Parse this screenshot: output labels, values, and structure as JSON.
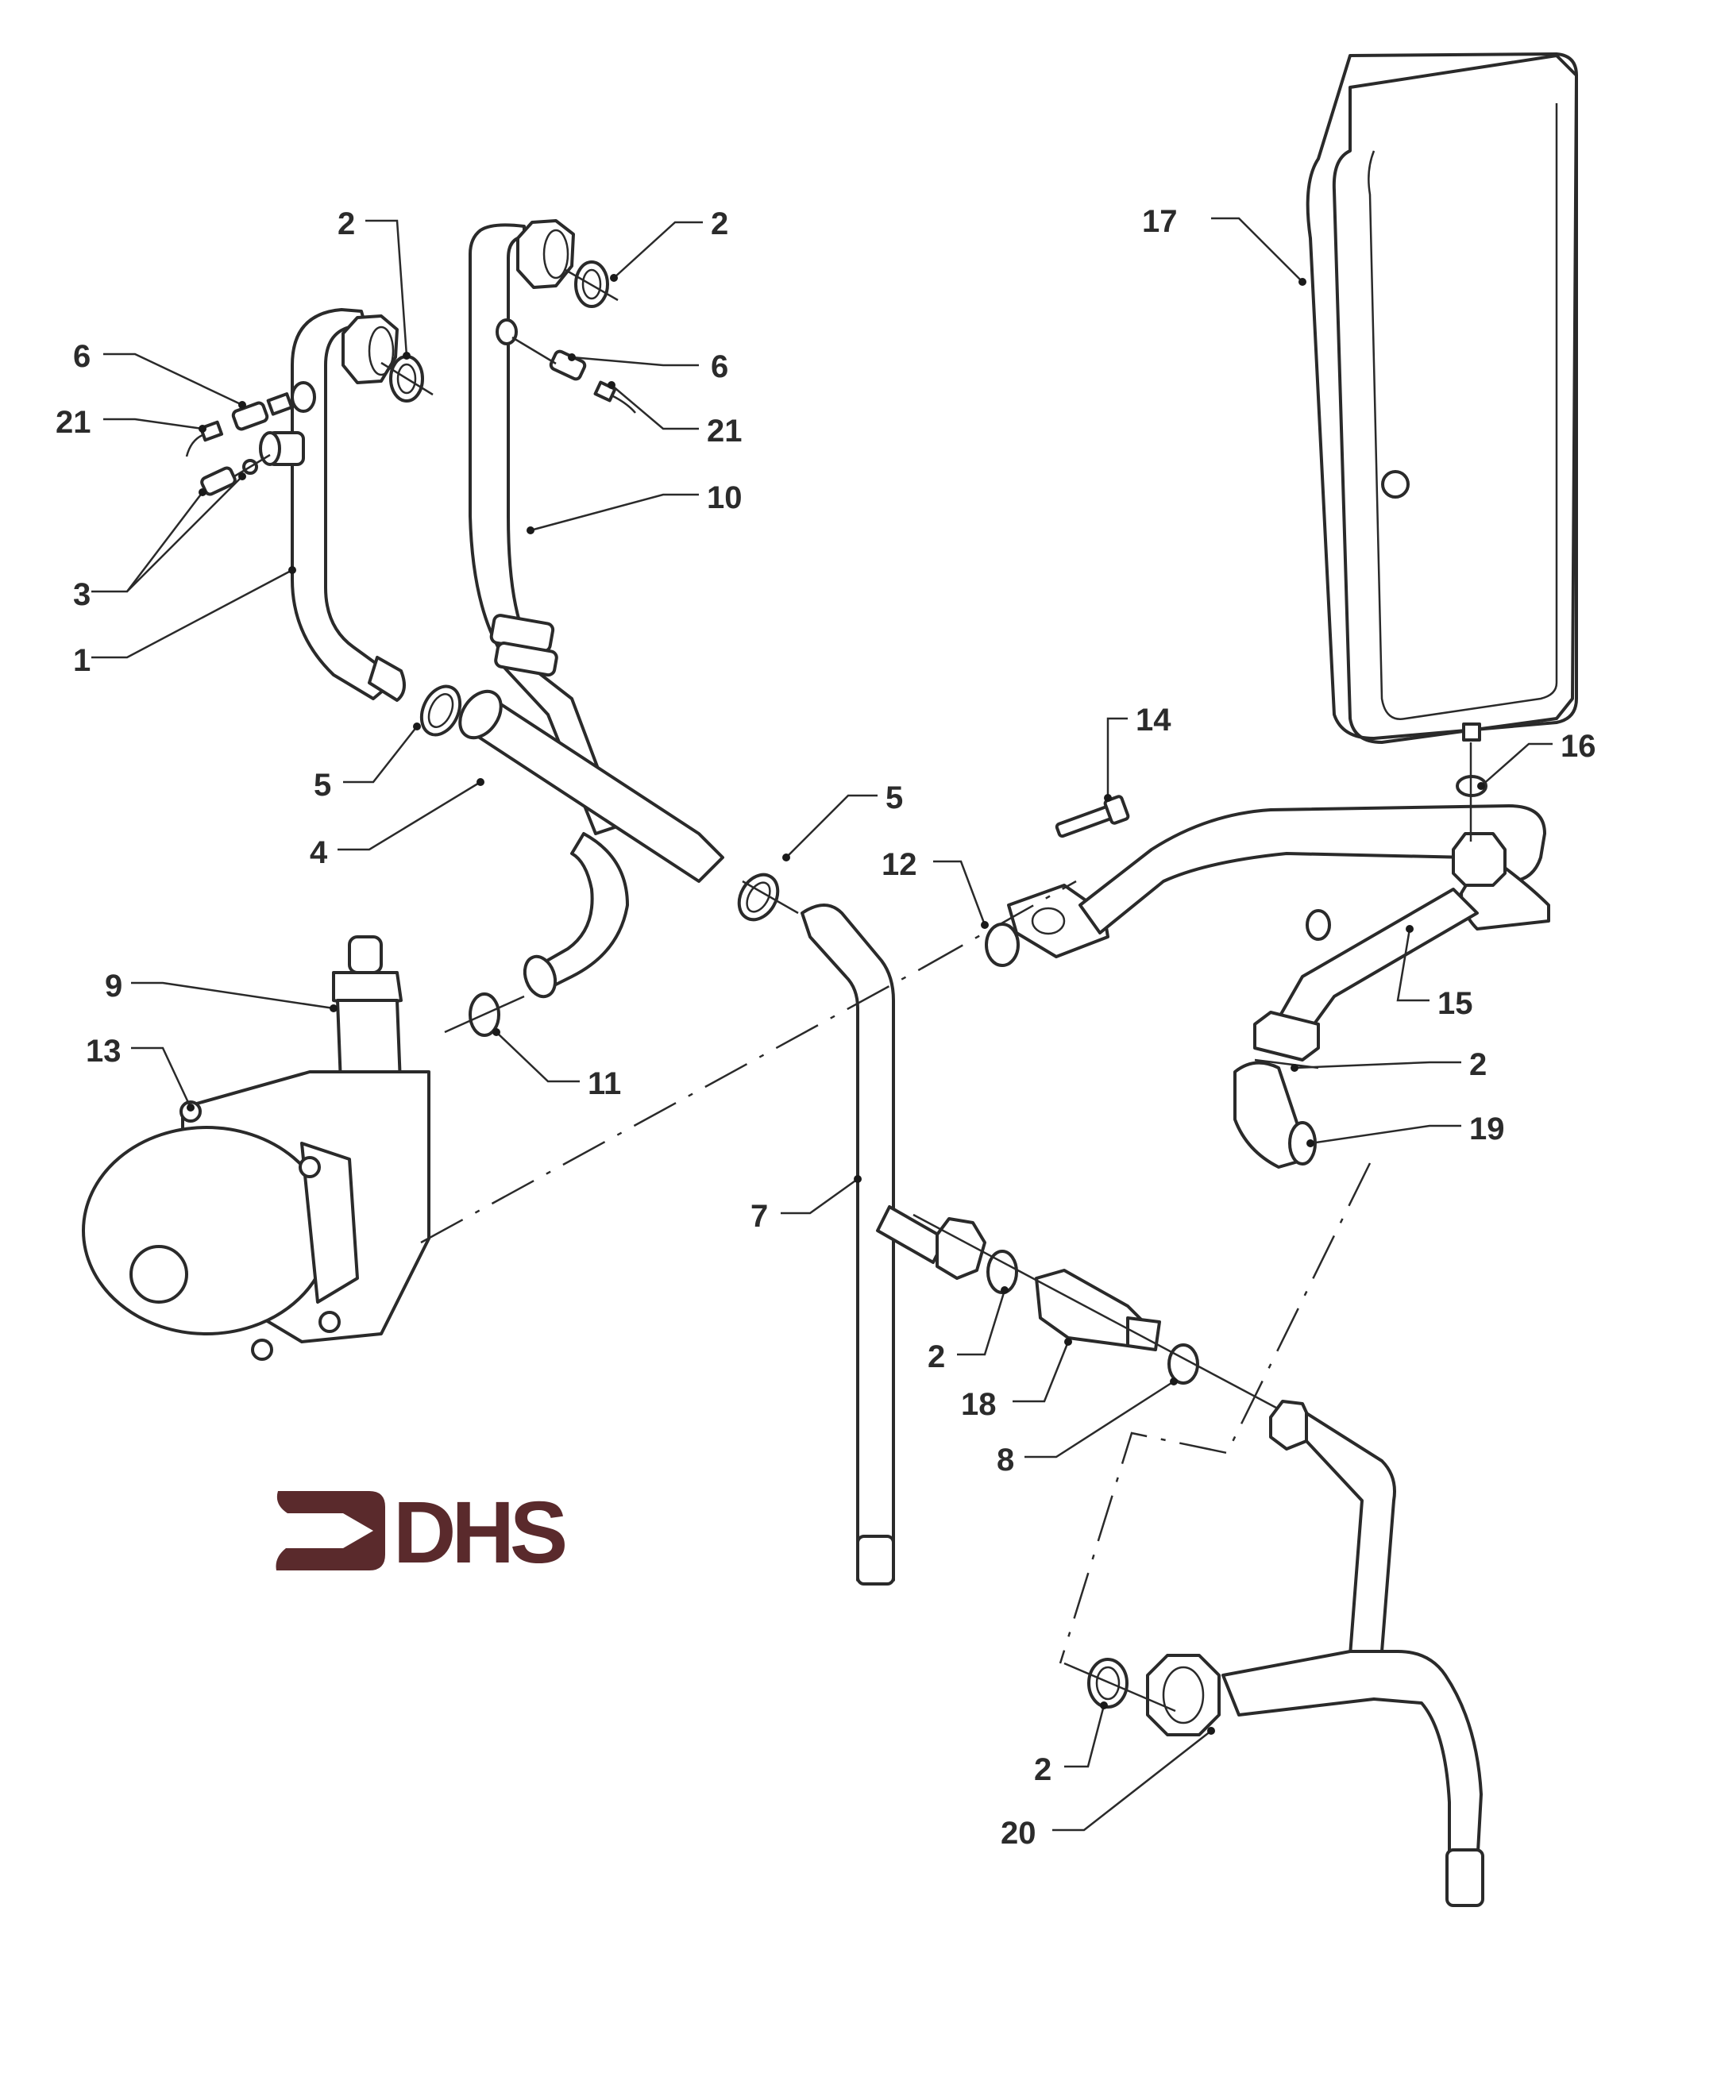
{
  "diagram": {
    "title": "Exploded parts diagram - pump and pipework",
    "logo_text": "DHS",
    "colors": {
      "logo": "#5a2a2c",
      "line": "#2a2a2a"
    },
    "callouts": [
      {
        "id": "c2a",
        "label": "2"
      },
      {
        "id": "c2b",
        "label": "2"
      },
      {
        "id": "c6a",
        "label": "6"
      },
      {
        "id": "c6b",
        "label": "6"
      },
      {
        "id": "c21a",
        "label": "21"
      },
      {
        "id": "c21b",
        "label": "21"
      },
      {
        "id": "c3",
        "label": "3"
      },
      {
        "id": "c1",
        "label": "1"
      },
      {
        "id": "c10",
        "label": "10"
      },
      {
        "id": "c17",
        "label": "17"
      },
      {
        "id": "c5a",
        "label": "5"
      },
      {
        "id": "c4",
        "label": "4"
      },
      {
        "id": "c14",
        "label": "14"
      },
      {
        "id": "c16",
        "label": "16"
      },
      {
        "id": "c5b",
        "label": "5"
      },
      {
        "id": "c12",
        "label": "12"
      },
      {
        "id": "c9",
        "label": "9"
      },
      {
        "id": "c15",
        "label": "15"
      },
      {
        "id": "c13",
        "label": "13"
      },
      {
        "id": "c11",
        "label": "11"
      },
      {
        "id": "c2c",
        "label": "2"
      },
      {
        "id": "c19",
        "label": "19"
      },
      {
        "id": "c7",
        "label": "7"
      },
      {
        "id": "c2d",
        "label": "2"
      },
      {
        "id": "c18",
        "label": "18"
      },
      {
        "id": "c8",
        "label": "8"
      },
      {
        "id": "c2e",
        "label": "2"
      },
      {
        "id": "c20",
        "label": "20"
      }
    ]
  }
}
